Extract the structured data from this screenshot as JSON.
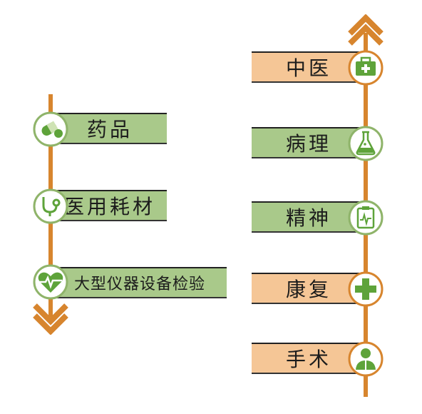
{
  "left_column": {
    "items": [
      {
        "label": "药品",
        "icon": "capsule-icon"
      },
      {
        "label": "医用耗材",
        "icon": "stethoscope-icon"
      },
      {
        "label": "大型仪器设备检验",
        "icon": "heartbeat-icon"
      }
    ]
  },
  "right_column": {
    "items": [
      {
        "label": "中医",
        "icon": "medical-kit-icon"
      },
      {
        "label": "病理",
        "icon": "flask-icon"
      },
      {
        "label": "精神",
        "icon": "clipboard-chart-icon"
      },
      {
        "label": "康复",
        "icon": "cross-icon"
      },
      {
        "label": "手术",
        "icon": "surgeon-icon"
      }
    ]
  },
  "colors": {
    "axis": "#d7852e",
    "green_box": "#a9c98a",
    "peach_box": "#f5c696",
    "icon_green": "#5ea33a"
  }
}
